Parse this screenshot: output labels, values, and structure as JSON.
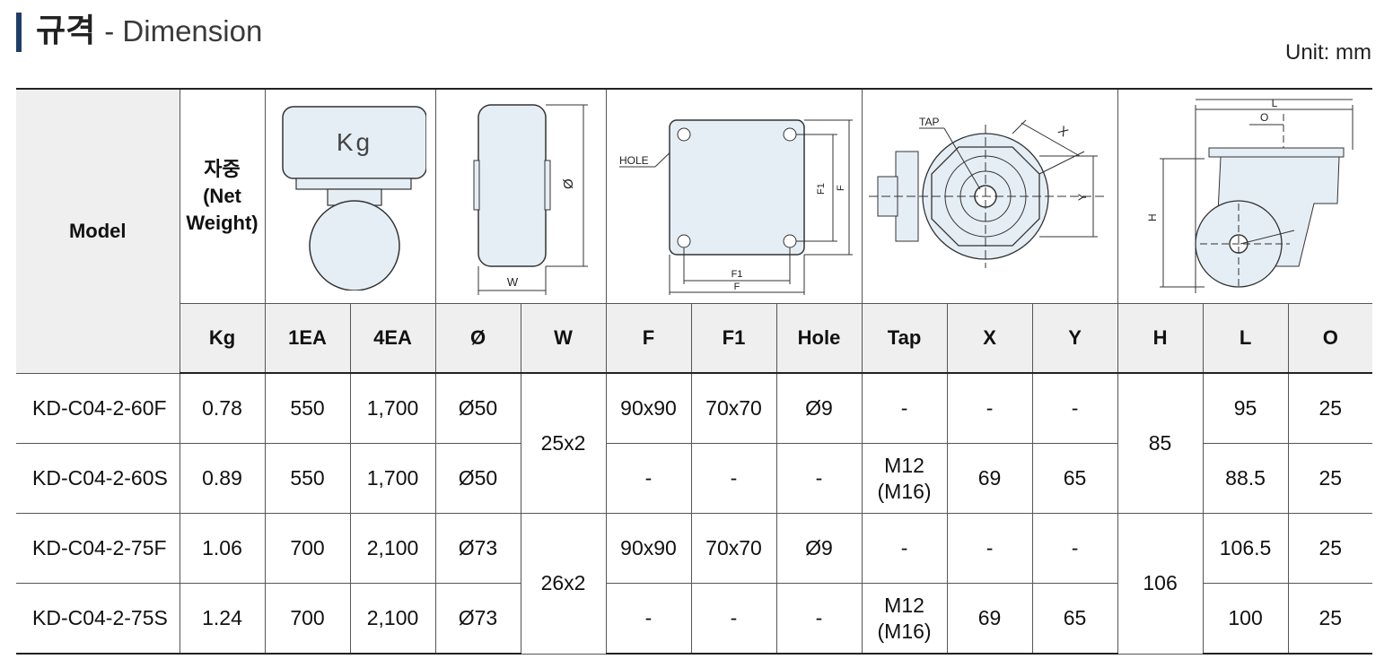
{
  "header": {
    "title_ko": "규격",
    "title_en": "- Dimension",
    "unit": "Unit: mm"
  },
  "diagram_labels": {
    "kg": "Kg",
    "phi": "Ø",
    "w": "W",
    "hole": "HOLE",
    "f1": "F1",
    "f": "F",
    "tap": "TAP",
    "x": "X",
    "y": "Y",
    "h": "H",
    "l": "L",
    "o": "O"
  },
  "table": {
    "model_label": "Model",
    "net_weight_label_1": "자중",
    "net_weight_label_2": "(Net",
    "net_weight_label_3": "Weight)",
    "columns": [
      "Kg",
      "1EA",
      "4EA",
      "Ø",
      "W",
      "F",
      "F1",
      "Hole",
      "Tap",
      "X",
      "Y",
      "H",
      "L",
      "O"
    ],
    "rows": [
      {
        "model": "KD-C04-2-60F",
        "kg": "0.78",
        "ea1": "550",
        "ea4": "1,700",
        "phi": "Ø50",
        "f": "90x90",
        "f1": "70x70",
        "hole": "Ø9",
        "tap1": "-",
        "tap2": "",
        "x": "-",
        "y": "-",
        "l": "95",
        "o": "25"
      },
      {
        "model": "KD-C04-2-60S",
        "kg": "0.89",
        "ea1": "550",
        "ea4": "1,700",
        "phi": "Ø50",
        "f": "-",
        "f1": "-",
        "hole": "-",
        "tap1": "M12",
        "tap2": "(M16)",
        "x": "69",
        "y": "65",
        "l": "88.5",
        "o": "25"
      },
      {
        "model": "KD-C04-2-75F",
        "kg": "1.06",
        "ea1": "700",
        "ea4": "2,100",
        "phi": "Ø73",
        "f": "90x90",
        "f1": "70x70",
        "hole": "Ø9",
        "tap1": "-",
        "tap2": "",
        "x": "-",
        "y": "-",
        "l": "106.5",
        "o": "25"
      },
      {
        "model": "KD-C04-2-75S",
        "kg": "1.24",
        "ea1": "700",
        "ea4": "2,100",
        "phi": "Ø73",
        "f": "-",
        "f1": "-",
        "hole": "-",
        "tap1": "M12",
        "tap2": "(M16)",
        "x": "69",
        "y": "65",
        "l": "100",
        "o": "25"
      }
    ],
    "w_groups": [
      "25x2",
      "26x2"
    ],
    "h_groups": [
      "85",
      "106"
    ]
  },
  "colors": {
    "accent_bar": "#1f3d6b",
    "diagram_fill": "#e6eef5",
    "header_bg": "#efefef"
  }
}
